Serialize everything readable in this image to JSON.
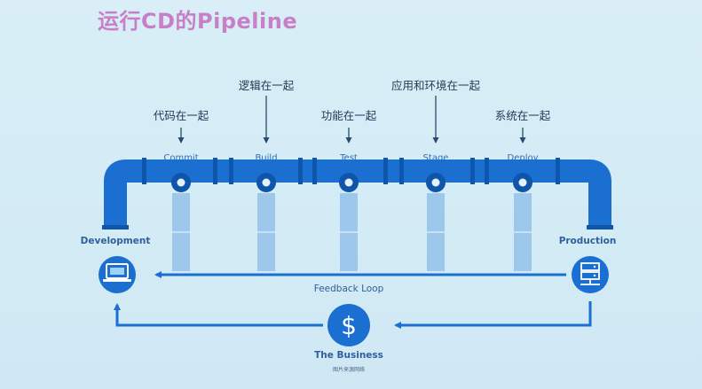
{
  "title": "运行CD的Pipeline",
  "stages": [
    {
      "name": "Commit",
      "annotation": "代码在一起"
    },
    {
      "name": "Build",
      "annotation": "逻辑在一起"
    },
    {
      "name": "Test",
      "annotation": "功能在一起"
    },
    {
      "name": "Stage",
      "annotation": "应用和环境在一起"
    },
    {
      "name": "Deploy",
      "annotation": "系统在一起"
    }
  ],
  "endpoints": {
    "start": {
      "label": "Development",
      "icon": "laptop-icon"
    },
    "end": {
      "label": "Production",
      "icon": "server-icon"
    }
  },
  "feedback_label": "Feedback Loop",
  "business": {
    "label": "The Business",
    "sublabel": "图片来源网络",
    "icon": "dollar-icon"
  },
  "colors": {
    "pipe": "#1a6fd1",
    "pipe_dark": "#0f56ab",
    "valve": "#d6ecf6",
    "title": "#c87fc8"
  }
}
